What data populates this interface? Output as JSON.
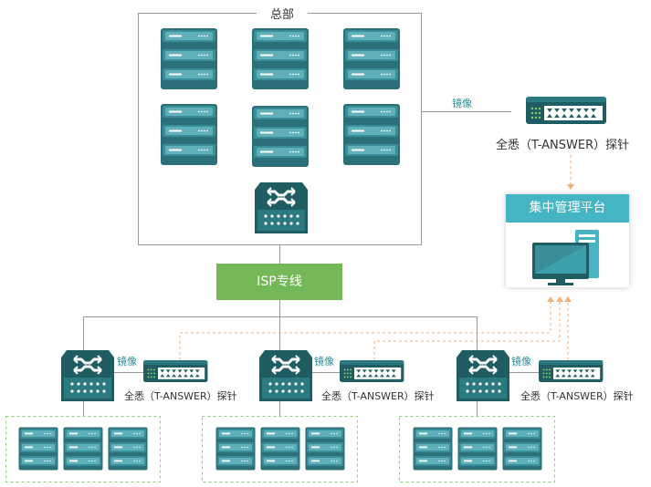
{
  "hq": {
    "title": "总部"
  },
  "mirror_label": "镜像",
  "isp": {
    "label": "ISP专线"
  },
  "platform": {
    "title": "集中管理平台"
  },
  "probe_label": "全悉（T-ANSWER）探针",
  "colors": {
    "server": "#3a8e99",
    "server_dark": "#2b6f78",
    "router": "#1f5d63",
    "isp": "#74b857",
    "platform_header": "#45b5c3",
    "probe": "#1f5d63",
    "dashed_arrow": "#f0b07a",
    "dashed_box": "#8fcf7a"
  },
  "icons": [
    "server-rack-icon",
    "router-icon",
    "probe-icon",
    "computer-icon"
  ]
}
